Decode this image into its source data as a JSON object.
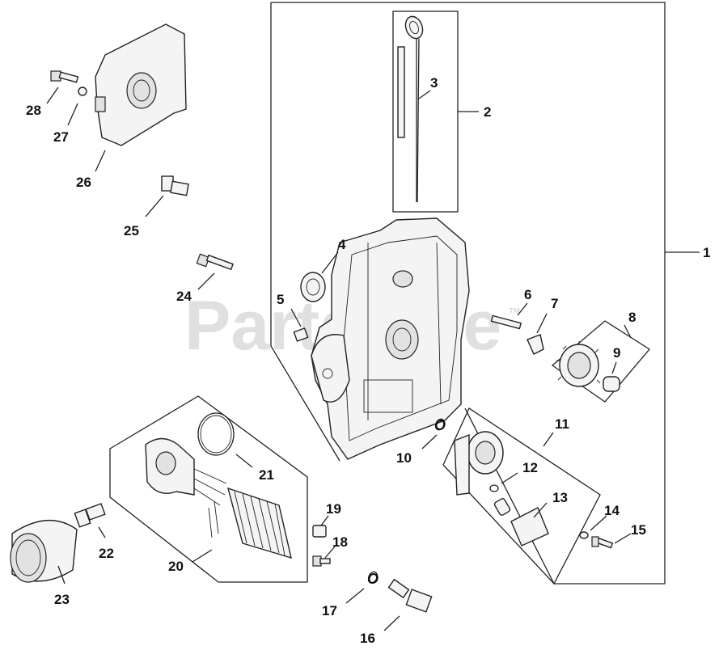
{
  "watermark": {
    "text": "PartsTree",
    "trademark": "™"
  },
  "callouts": [
    {
      "id": "c1",
      "text": "1"
    },
    {
      "id": "c2",
      "text": "2"
    },
    {
      "id": "c3",
      "text": "3"
    },
    {
      "id": "c4",
      "text": "4"
    },
    {
      "id": "c5",
      "text": "5"
    },
    {
      "id": "c6",
      "text": "6"
    },
    {
      "id": "c7",
      "text": "7"
    },
    {
      "id": "c8",
      "text": "8"
    },
    {
      "id": "c9",
      "text": "9"
    },
    {
      "id": "c10",
      "text": "10"
    },
    {
      "id": "c11",
      "text": "11"
    },
    {
      "id": "c12",
      "text": "12"
    },
    {
      "id": "c13",
      "text": "13"
    },
    {
      "id": "c14",
      "text": "14"
    },
    {
      "id": "c15",
      "text": "15"
    },
    {
      "id": "c16",
      "text": "16"
    },
    {
      "id": "c17",
      "text": "17"
    },
    {
      "id": "c18",
      "text": "18"
    },
    {
      "id": "c19",
      "text": "19"
    },
    {
      "id": "c20",
      "text": "20"
    },
    {
      "id": "c21",
      "text": "21"
    },
    {
      "id": "c22",
      "text": "22"
    },
    {
      "id": "c23",
      "text": "23"
    },
    {
      "id": "c24",
      "text": "24"
    },
    {
      "id": "c25",
      "text": "25"
    },
    {
      "id": "c26",
      "text": "26"
    },
    {
      "id": "c27",
      "text": "27"
    },
    {
      "id": "c28",
      "text": "28"
    }
  ],
  "oring_marks": [
    {
      "text": "O"
    },
    {
      "text": "O"
    }
  ]
}
